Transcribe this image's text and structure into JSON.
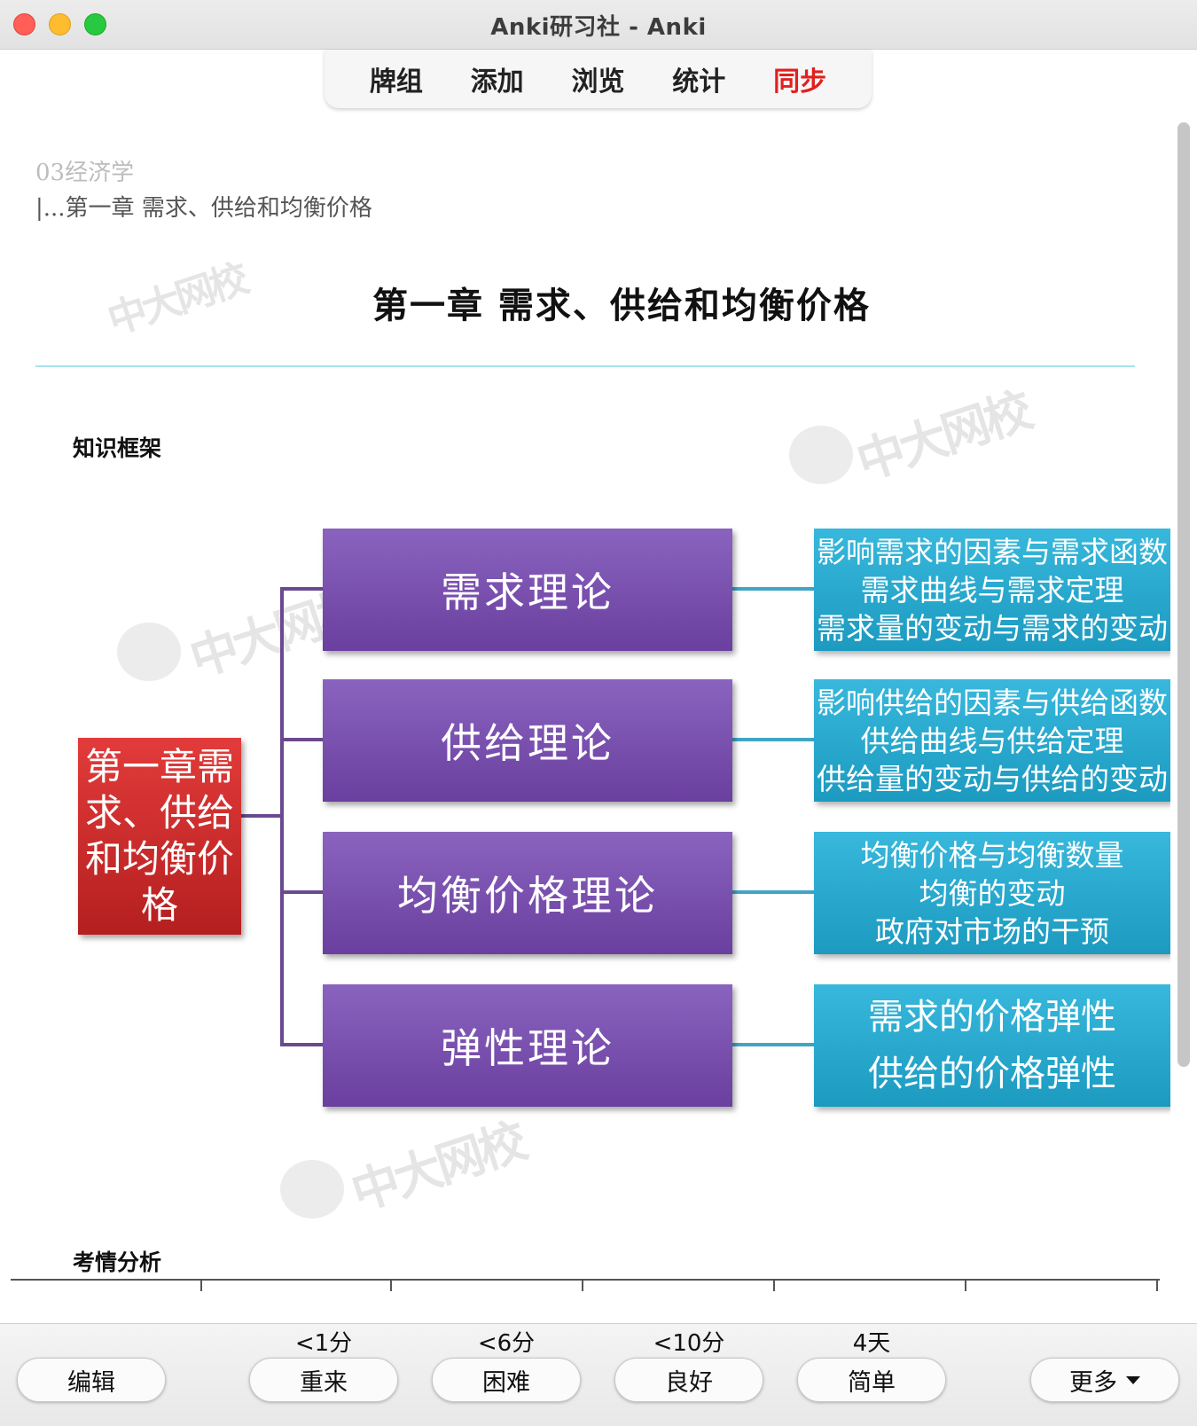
{
  "window": {
    "title": "Anki研习社 - Anki"
  },
  "toolbar": {
    "decks": "牌组",
    "add": "添加",
    "browse": "浏览",
    "stats": "统计",
    "sync": "同步",
    "sync_color": "#e0201e"
  },
  "card": {
    "deck_path": "03经济学",
    "sub_path": "|...第一章 需求、供给和均衡价格",
    "chapter_title": "第一章  需求、供给和均衡价格",
    "section_framework": "知识框架",
    "section_exam": "考情分析",
    "watermark_text": "中大网校",
    "diagram": {
      "root": "第一章需求、供给和均衡价格",
      "branches": [
        {
          "label": "需求理论",
          "details": [
            "影响需求的因素与需求函数",
            "需求曲线与需求定理",
            "需求量的变动与需求的变动"
          ]
        },
        {
          "label": "供给理论",
          "details": [
            "影响供给的因素与供给函数",
            "供给曲线与供给定理",
            "供给量的变动与供给的变动"
          ]
        },
        {
          "label": "均衡价格理论",
          "details": [
            "均衡价格与均衡数量",
            "均衡的变动",
            "政府对市场的干预"
          ]
        },
        {
          "label": "弹性理论",
          "details": [
            "需求的价格弹性",
            "供给的价格弹性"
          ]
        }
      ],
      "colors": {
        "root": "#c62828",
        "branch": "#7a52b0",
        "detail": "#2aaad0"
      }
    }
  },
  "answer_bar": {
    "edit": "编辑",
    "again": {
      "label": "重来",
      "interval": "<1分"
    },
    "hard": {
      "label": "困难",
      "interval": "<6分"
    },
    "good": {
      "label": "良好",
      "interval": "<10分"
    },
    "easy": {
      "label": "简单",
      "interval": "4天"
    },
    "more": "更多"
  }
}
